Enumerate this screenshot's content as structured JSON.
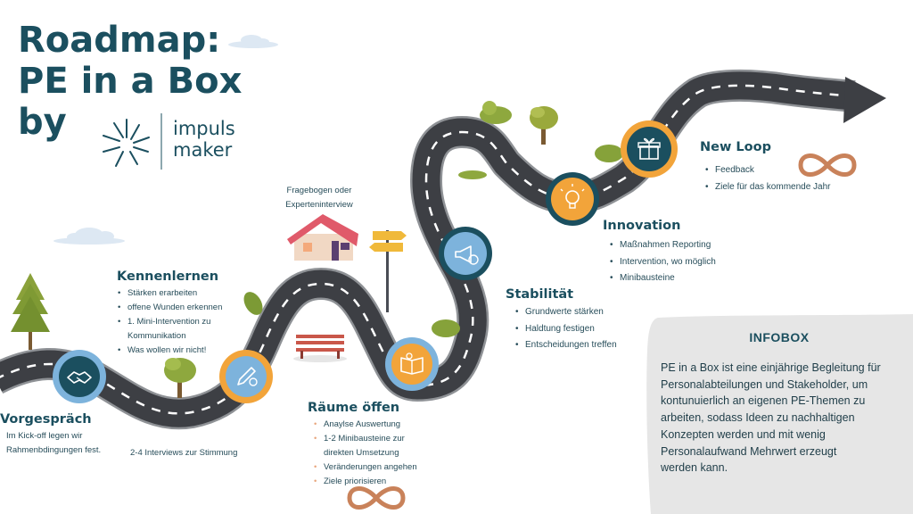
{
  "title": {
    "lines": [
      "Roadmap:",
      "PE in a Box",
      "by"
    ]
  },
  "logo": {
    "line1": "impuls",
    "line2": "maker"
  },
  "colors": {
    "road": "#3d3f44",
    "road_edge": "#8f9296",
    "milestone_blue": "#7db3dc",
    "milestone_orange": "#f2a43a",
    "milestone_core": "#1b4f5f",
    "title": "#1b4f5f",
    "infobox": "#e6e6e6"
  },
  "stages": [
    {
      "id": "vorgesprach",
      "title": "Vorgespräch",
      "icon": "handshake-icon",
      "text_lines": [
        "Im Kick-off legen wir",
        "Rahmenbdingungen fest."
      ]
    },
    {
      "id": "kennenlernen",
      "title": "Kennenlernen",
      "icon": "pencil-icon",
      "items": [
        "Stärken erarbeiten",
        "offene Wunden erkennen",
        "1. Mini-Intervention zu",
        "Kommunikation",
        "Was wollen wir nicht!"
      ],
      "note": "2-4 Interviews zur Stimmung"
    },
    {
      "id": "raeume",
      "title": "Räume öffen",
      "icon": "book-icon",
      "items": [
        "Anaylse Auswertung",
        "1-2 Minibausteine zur",
        "direkten Umsetzung",
        "Veränderungen angehen",
        "Ziele priorisieren"
      ],
      "note_lines": [
        "Fragebogen oder",
        "Experteninterview"
      ]
    },
    {
      "id": "stabilitaet",
      "title": "Stabilität",
      "icon": "megaphone-icon",
      "items": [
        "Grundwerte stärken",
        "Haldtung festigen",
        "Entscheidungen treffen"
      ]
    },
    {
      "id": "innovation",
      "title": "Innovation",
      "icon": "lightbulb-icon",
      "items": [
        "Maßnahmen Reporting",
        "Intervention, wo möglich",
        "Minibausteine"
      ]
    },
    {
      "id": "newloop",
      "title": "New Loop",
      "icon": "gift-box-icon",
      "items": [
        "Feedback",
        "Ziele für das kommende Jahr"
      ]
    }
  ],
  "infobox": {
    "title": "INFOBOX",
    "lines": [
      "PE in a Box ist eine einjährige Begleitung für",
      " Personalabteilungen und Stakeholder, um",
      " kontunuierlich an eigenen PE-Themen zu",
      "arbeiten, sodass Ideen zu nachhaltigen",
      " Konzepten werden und mit wenig",
      " Personalaufwand Mehrwert erzeugt",
      "werden kann."
    ]
  }
}
